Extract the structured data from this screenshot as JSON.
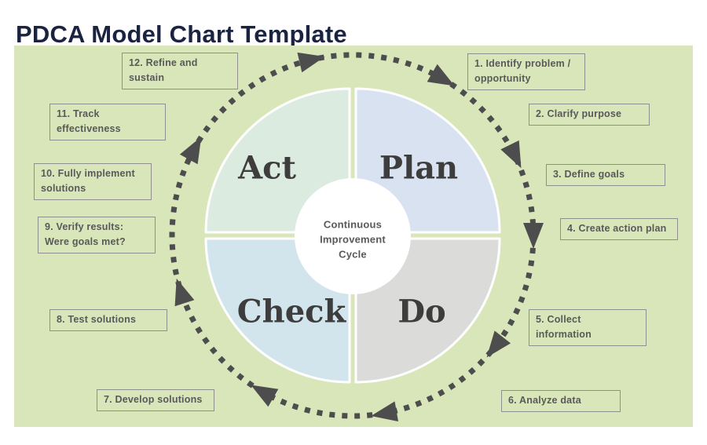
{
  "title": "PDCA Model Chart Template",
  "colors": {
    "panel_bg": "#d9e6ba",
    "title_text": "#1a2440",
    "label_text": "#595959",
    "box_border": "#8f8f8f",
    "ring": "#4d4d4d",
    "quadrant_text": "#3d3d3d",
    "act": "#dcebe0",
    "plan": "#d9e2f0",
    "check": "#d2e5ed",
    "do": "#dbdbd9",
    "divider": "#ffffff"
  },
  "diagram": {
    "quadrants": {
      "act": "Act",
      "plan": "Plan",
      "check": "Check",
      "do": "Do"
    },
    "center_lines": [
      "Continuous",
      "Improvement",
      "Cycle"
    ],
    "cycle_direction": "clockwise",
    "steps": [
      "1. Identify problem / opportunity",
      "2. Clarify purpose",
      "3. Define goals",
      "4. Create action plan",
      "5. Collect information",
      "6. Analyze data",
      "7. Develop solutions",
      "8. Test solutions",
      "9. Verify results: Were goals met?",
      "10. Fully implement solutions",
      "11. Track effectiveness",
      "12. Refine and sustain"
    ]
  }
}
